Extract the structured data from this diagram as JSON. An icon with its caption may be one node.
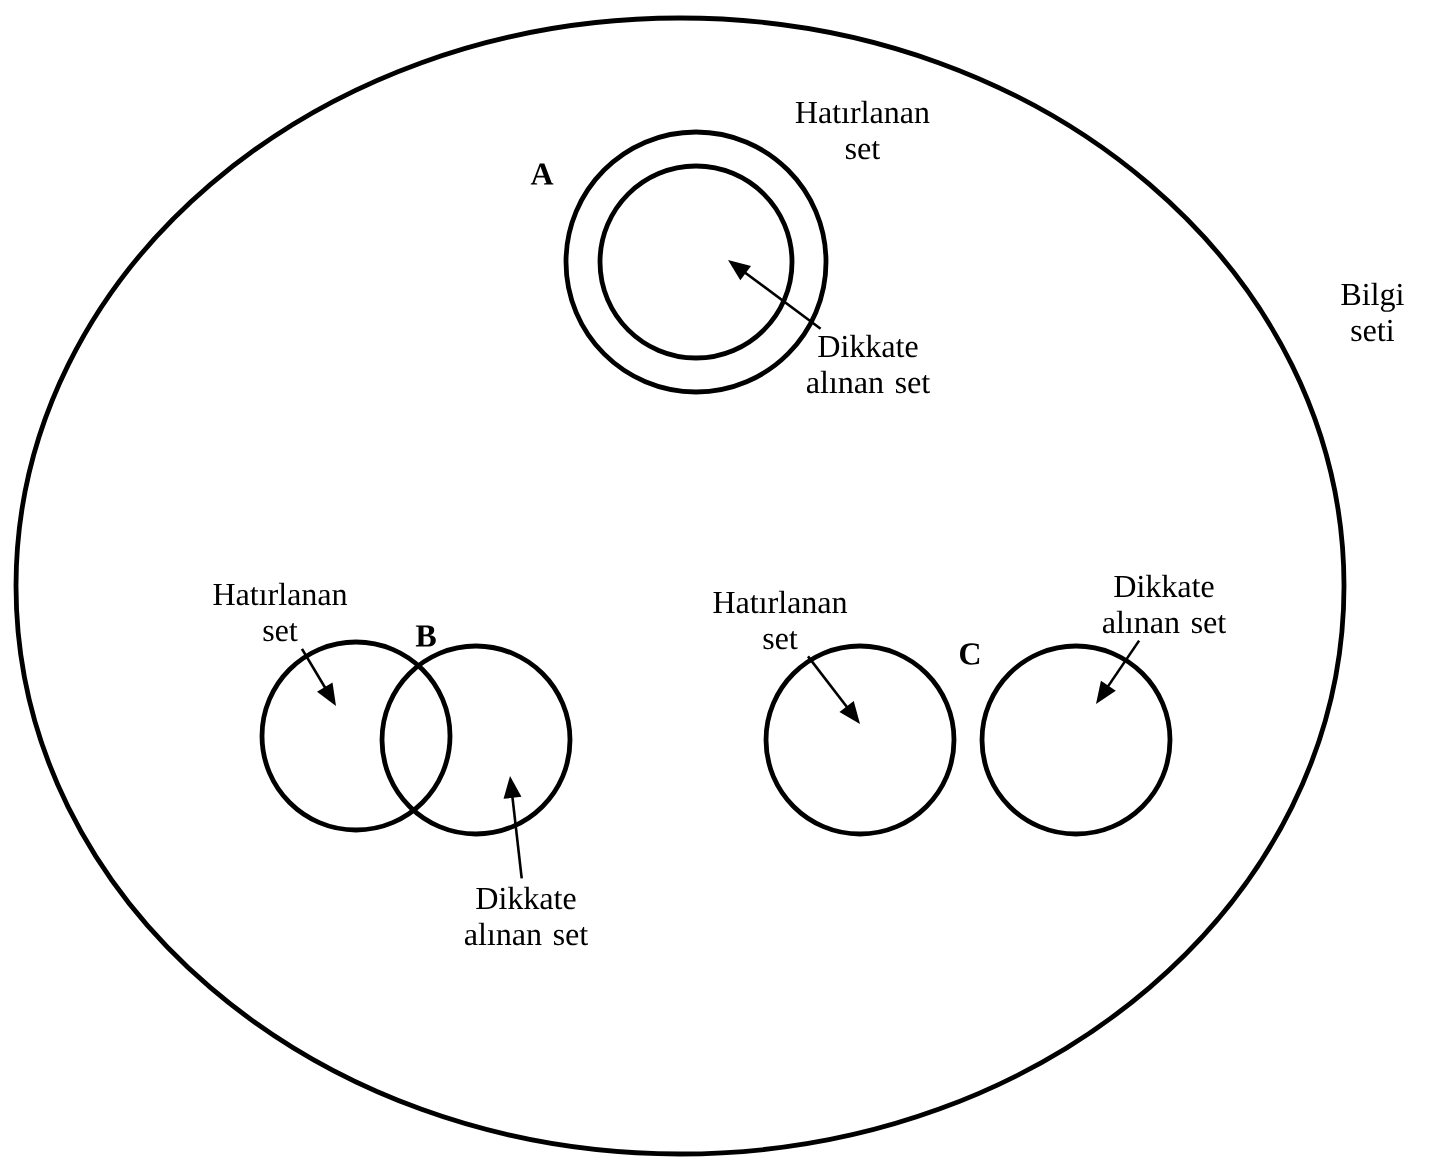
{
  "diagram": {
    "nodes": [
      {
        "text": [
          "Bilgi seti"
        ]
      },
      {
        "text": [
          "Hatırlanan set"
        ],
        "in": 0
      },
      {
        "text": [],
        "shape": "circle",
        "in": 1
      },
      {
        "text": [
          "Dikkate alınan set"
        ],
        "in": 0
      },
      {
        "text": [
          "Hatırlanan set"
        ],
        "in": 0
      },
      {
        "text": [],
        "shape": "circle",
        "in": 0
      },
      {
        "text": [],
        "shape": "circle",
        "in": 0
      },
      {
        "text": [
          "Dikkate alınan set"
        ],
        "in": 0
      },
      {
        "text": [
          "Hatırlanan set"
        ],
        "in": 0
      },
      {
        "text": [],
        "shape": "circle",
        "in": 0
      },
      {
        "text": [
          "Dikkate alınan set"
        ],
        "in": 0
      },
      {
        "text": [],
        "shape": "circle",
        "in": 0
      }
    ],
    "edges": [
      {
        "from": 3,
        "to": 2,
        "arrow": "to"
      },
      {
        "from": 4,
        "to": 5,
        "arrow": "to"
      },
      {
        "from": 7,
        "to": 6,
        "arrow": "to"
      },
      {
        "from": 8,
        "to": 9,
        "arrow": "to"
      },
      {
        "from": 10,
        "to": 11,
        "arrow": "to"
      }
    ],
    "labels": [
      "A",
      "B",
      "C"
    ]
  }
}
